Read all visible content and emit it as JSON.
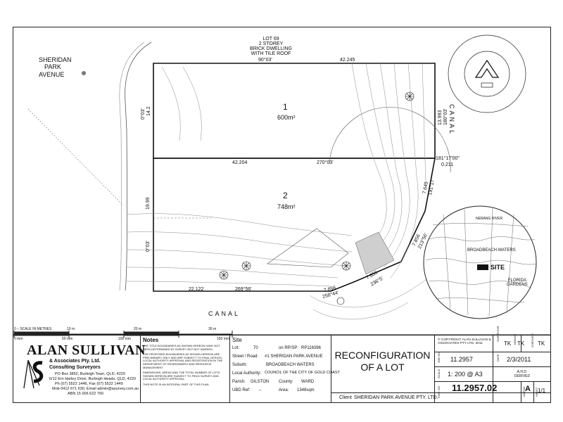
{
  "lots": {
    "lot1": {
      "number": "1",
      "area": "600m²"
    },
    "lot2": {
      "number": "2",
      "area": "748m²"
    }
  },
  "neighbour": {
    "l1": "LOT 69",
    "l2": "2 STOREY",
    "l3": "BRICK DWELLING",
    "l4": "WITH TILE ROOF"
  },
  "street_label": {
    "l1": "SHERIDAN",
    "l2": "PARK",
    "l3": "AVENUE"
  },
  "canal_right": "CANAL",
  "canal_bottom": "CANAL",
  "dims": {
    "top_bearing": "90°03'",
    "top_len": "42.245",
    "mid_len": "42.204",
    "mid_bearing": "270°03'",
    "left_upper_bearing": "0°03'",
    "left_upper_len": "14.2",
    "left_lower_len": "19.99",
    "left_lower_bearing": "0°03'",
    "right_upper_len": "13.993",
    "right_upper_bearing": "180°03'",
    "arc_bearing": "181°17'00\"",
    "arc_len": "0.211",
    "r1_len": "7.645",
    "r1_bearing": "191°17'",
    "r2_len": "7.856",
    "r2_bearing": "213°56'",
    "b1_len": "7.856",
    "b1_bearing": "236°5'",
    "b2_len": "7.856",
    "b2_bearing": "258°44'",
    "bottom_len": "22.122",
    "bottom_bearing": "269°56'"
  },
  "scale_bar": {
    "caption": "0 – SCALE IN METRES",
    "ticks": [
      "10 m",
      "20 m",
      "30 m"
    ],
    "mm_ticks": [
      "0 mm",
      "50 mm",
      "100 mm",
      "150 mm"
    ]
  },
  "locality": {
    "river": "NERANG RIVER",
    "suburb": "BROADBEACH WATERS",
    "site": "SITE",
    "florida1": "FLORIDA",
    "florida2": "GARDENS"
  },
  "company": {
    "name": "ALAN SULLIVAN",
    "sub1": "& Associates Pty. Ltd.",
    "sub2": "Consulting Surveyors",
    "addr1": "PO Box 3852, Burleigh Town, QLD, 4220",
    "addr2": "6/12 Ern Harley Drive, Burleigh Heads, QLD, 4220",
    "addr3": "Ph (07) 5522 1446, Fax (07) 5522 1449",
    "addr4": "Mob 0412 671 630, Email admin@asurvey.com.au",
    "addr5": "ABN 15 006 622 760"
  },
  "notes": {
    "title": "Notes",
    "n1": "THE TITLE BOUNDARIES AS SHOWN HEREON HAVE NOT BEEN DETERMINED BY SURVEY BUT NOT MARKED.",
    "n2": "THE PROPOSED BOUNDARIES AS SHOWN HEREON ARE PRELIMINARY ONLY AND ARE SUBJECT TO FINAL DESIGN, LOCAL AUTHORITY APPROVAL AND REGISTRATION IN THE DEPARTMENT OF ENVIRONMENT AND RESOURCE MANAGEMENT.",
    "n3": "DIMENSIONS, AREAS AND THE TOTAL NUMBER OF LOTS SHOWN HEREON ARE SUBJECT TO FIELD SURVEY AND LOCAL AUTHORITY APPROVAL.",
    "n4": "THIS NOTE IS AN INTEGRAL PART OF THIS PLAN."
  },
  "site": {
    "heading": "Site",
    "lot_label": "Lot:",
    "lot": "70",
    "rp_label": "on RP/SP:",
    "rp": "RP116396",
    "street_label": "Street / Road:",
    "street": "#1 SHERIDAN PARK AVENUE",
    "suburb_label": "Suburb:",
    "suburb": "BROADBEACH WATERS",
    "la_label": "Local Authority:",
    "la": "COUNCIL OF THE CITY OF GOLD COAST",
    "parish_label": "Parish:",
    "parish": "GILSTON",
    "county_label": "County:",
    "county": "WARD",
    "ubd_label": "UBD Ref:",
    "ubd": "–",
    "area_label": "Area:",
    "area": "1348sqm"
  },
  "title": {
    "l1": "RECONFIGURATION",
    "l2": "OF A LOT"
  },
  "client": {
    "label": "Client",
    "value": "SHERIDAN PARK AVENUE PTY. LTD."
  },
  "info": {
    "copyright": "© COPYRIGHT ALAN SULLIVAN & ASSOCIATES PTY LTD, 2011",
    "job_tag": "JOB NO.",
    "job": "11.2957",
    "surveyor_tag": "SURVEYOR",
    "surveyor": "TK",
    "drawn_tag": "DRAWN",
    "drawn": "TK",
    "checked_tag": "CHECKED",
    "checked": "TK",
    "date_tag": "DATE",
    "date": "2/3/2011",
    "scale_tag": "SCALE",
    "scale": "1: 200 @ A3",
    "datum": "A.H.D.",
    "datum2": "DERIVED",
    "dwg_tag": "DWG NO.",
    "dwg": "11.2957.02",
    "amend_tag": "AMEND",
    "amend": "A",
    "sheet_tag": "SHEET",
    "sheet": "1/1"
  }
}
